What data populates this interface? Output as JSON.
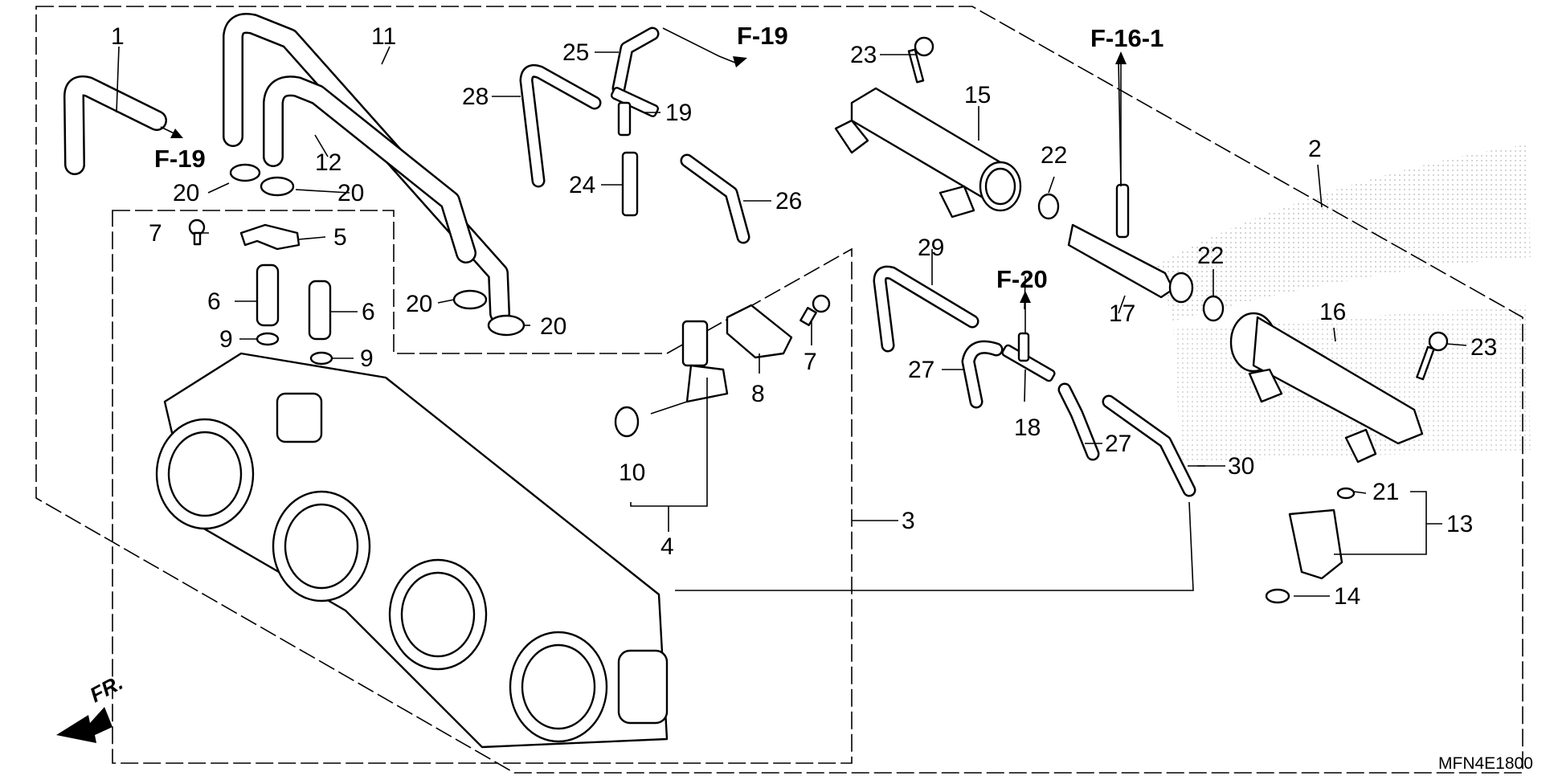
{
  "diagram": {
    "code": "MFN4E1800",
    "front_label": "FR.",
    "refs": [
      "F-19",
      "F-19",
      "F-16-1",
      "F-20"
    ],
    "callouts": [
      "1",
      "11",
      "12",
      "20",
      "20",
      "20",
      "20",
      "7",
      "5",
      "6",
      "6",
      "9",
      "9",
      "25",
      "28",
      "19",
      "24",
      "26",
      "23",
      "15",
      "22",
      "2",
      "29",
      "27",
      "27",
      "18",
      "17",
      "22",
      "16",
      "23",
      "21",
      "13",
      "14",
      "10",
      "4",
      "8",
      "7",
      "30",
      "3"
    ]
  }
}
